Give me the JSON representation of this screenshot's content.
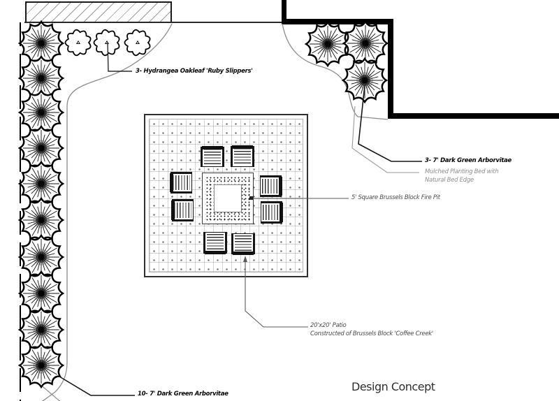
{
  "page": {
    "type": "landscape-design-plan",
    "title": "Design Concept"
  },
  "annotations": {
    "hydrangea_label": "3- Hydrangea Oakleaf 'Ruby Slippers'",
    "arborvitae_ne_label": "3- 7' Dark Green Arborvitae",
    "mulched_bed_label_line1": "Mulched Planting Bed with",
    "mulched_bed_label_line2": "Natural Bed Edge",
    "fire_pit_label": "5' Square Brussels Block Fire Pit",
    "patio_label_line1": "20'x20' Patio",
    "patio_label_line2": "Constructed of Brussels Block 'Coffee Creek'",
    "arborvitae_w_label": "10- 7' Dark Green Arborvitae"
  },
  "plants": {
    "west_hedge": {
      "name": "Dark Green Arborvitae",
      "count": 10,
      "size": "7'"
    },
    "northeast_group": {
      "name": "Dark Green Arborvitae",
      "count": 3,
      "size": "7'"
    },
    "north_group": {
      "name": "Hydrangea Oakleaf 'Ruby Slippers'",
      "count": 3
    }
  },
  "features": {
    "patio": "20'x20' Brussels Block 'Coffee Creek'",
    "fire_pit": "5' Square Brussels Block",
    "chairs_count": 8
  },
  "colors": {
    "ink": "#111111",
    "muted_gray": "#8f8f8f",
    "paper": "#ffffff"
  }
}
